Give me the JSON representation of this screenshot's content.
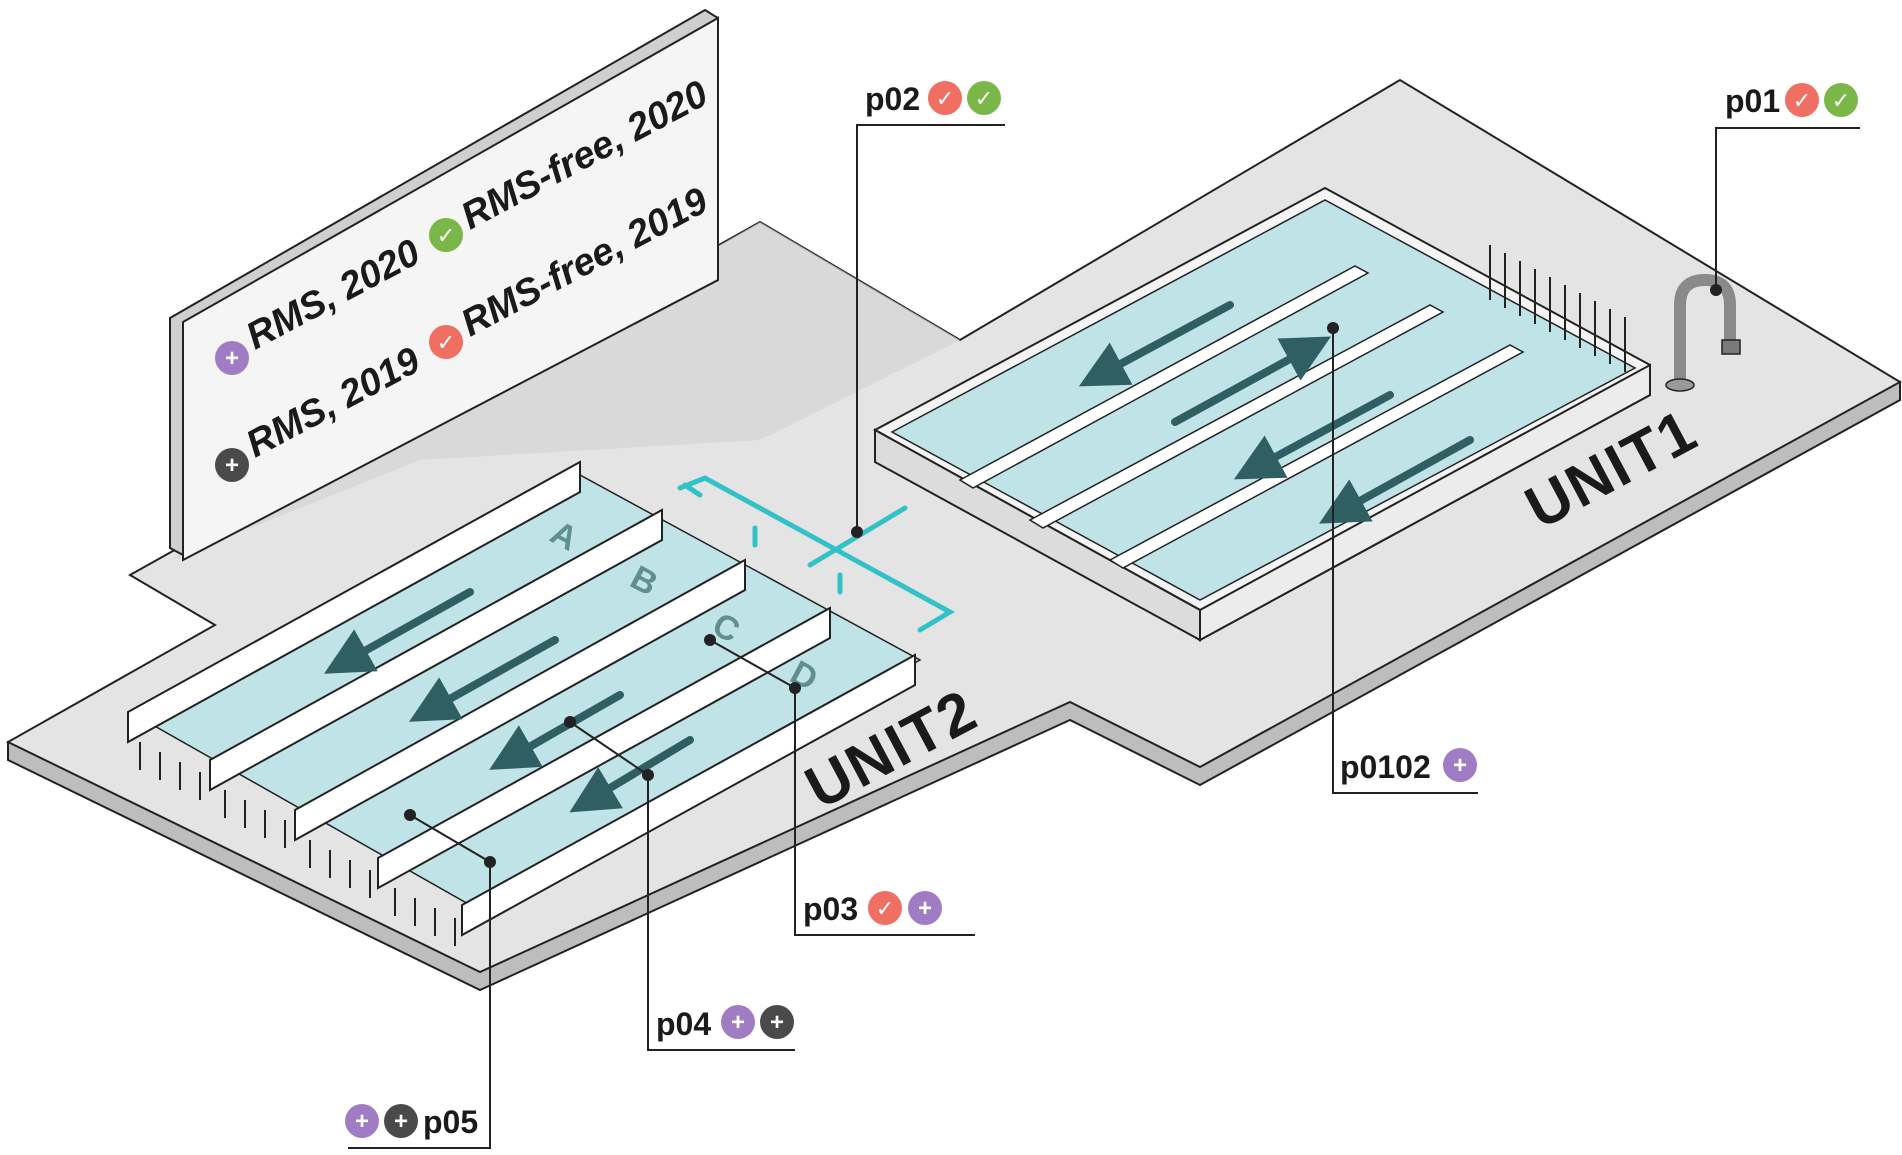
{
  "legend": {
    "items": [
      {
        "key": "rms2020",
        "label": "RMS, 2020",
        "symbol": "+",
        "color": "#a07cc5"
      },
      {
        "key": "rms2019",
        "label": "RMS, 2019",
        "symbol": "+",
        "color": "#4a4a4a"
      },
      {
        "key": "free2020",
        "label": "RMS-free, 2020",
        "symbol": "✓",
        "color": "#7ab648"
      },
      {
        "key": "free2019",
        "label": "RMS-free, 2019",
        "symbol": "✓",
        "color": "#ef6f62"
      }
    ]
  },
  "units": {
    "unit1": "UNIT1",
    "unit2": "UNIT2"
  },
  "tank_letters": [
    "A",
    "B",
    "C",
    "D"
  ],
  "sample_points": {
    "p01": {
      "label": "p01",
      "badges": [
        "free2019",
        "free2020"
      ]
    },
    "p02": {
      "label": "p02",
      "badges": [
        "free2019",
        "free2020"
      ]
    },
    "p0102": {
      "label": "p0102",
      "badges": [
        "rms2020"
      ]
    },
    "p03": {
      "label": "p03",
      "badges": [
        "free2019",
        "rms2020"
      ]
    },
    "p04": {
      "label": "p04",
      "badges": [
        "rms2020",
        "rms2019"
      ]
    },
    "p05": {
      "label": "p05",
      "badges": [
        "rms2020",
        "rms2019"
      ]
    }
  },
  "colors": {
    "floor": "#e4e4e4",
    "floor_edge": "#bdbdbd",
    "water": "#bfe3e6",
    "water_dark": "#8dc4c9",
    "arrow": "#2f5f63",
    "pipe": "#33c1c8",
    "wall": "#f7f7f7",
    "outline": "#222222"
  }
}
